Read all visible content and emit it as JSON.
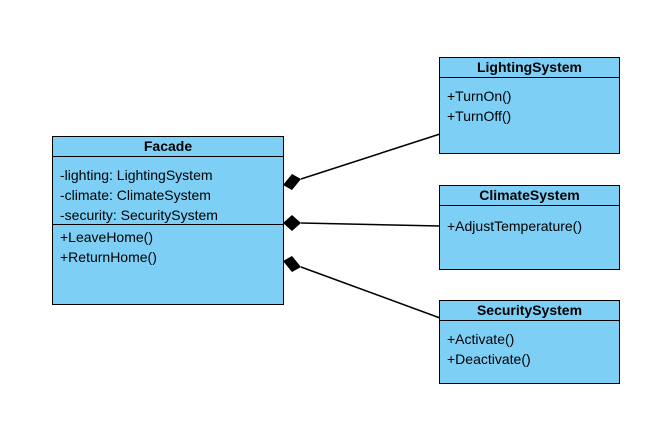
{
  "theme": {
    "class_fill": "#7dcff5",
    "stroke": "#000000",
    "background": "#ffffff"
  },
  "classes": {
    "facade": {
      "name": "Facade",
      "attributes": [
        "-lighting: LightingSystem",
        "-climate: ClimateSystem",
        "-security: SecuritySystem"
      ],
      "methods": [
        "+LeaveHome()",
        "+ReturnHome()"
      ]
    },
    "lighting": {
      "name": "LightingSystem",
      "methods": [
        "+TurnOn()",
        "+TurnOff()"
      ]
    },
    "climate": {
      "name": "ClimateSystem",
      "methods": [
        "+AdjustTemperature()"
      ]
    },
    "security": {
      "name": "SecuritySystem",
      "methods": [
        "+Activate()",
        "+Deactivate()"
      ]
    }
  },
  "relationships": [
    {
      "type": "composition",
      "whole": "Facade",
      "part": "LightingSystem"
    },
    {
      "type": "composition",
      "whole": "Facade",
      "part": "ClimateSystem"
    },
    {
      "type": "composition",
      "whole": "Facade",
      "part": "SecuritySystem"
    }
  ]
}
